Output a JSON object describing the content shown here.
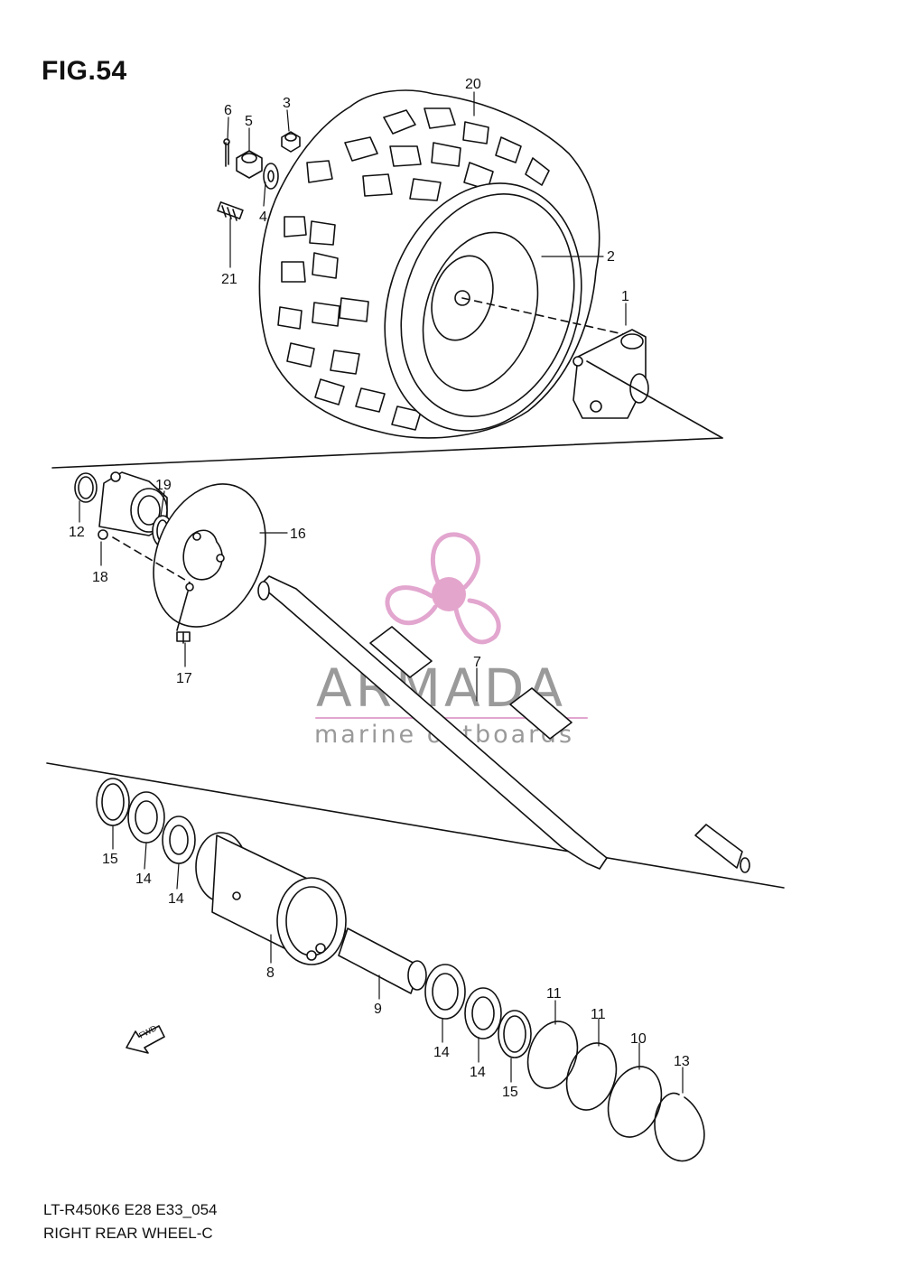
{
  "figure": {
    "title": "FIG.54",
    "model_code": "LT-R450K6 E28 E33_054",
    "section_name": "RIGHT REAR WHEEL-C"
  },
  "parts": {
    "p1": "1",
    "p2": "2",
    "p3": "3",
    "p4": "4",
    "p5": "5",
    "p6": "6",
    "p7": "7",
    "p8": "8",
    "p9": "9",
    "p10": "10",
    "p11a": "11",
    "p11b": "11",
    "p12": "12",
    "p13": "13",
    "p14a": "14",
    "p14b": "14",
    "p14c": "14",
    "p14d": "14",
    "p15a": "15",
    "p15b": "15",
    "p16": "16",
    "p17": "17",
    "p18": "18",
    "p19": "19",
    "p20": "20",
    "p21": "21"
  },
  "watermark": {
    "name": "ARMADA",
    "tagline": "marine outboards",
    "logo_color": "#e2a6cf",
    "logo_center_color": "#e4a5cc"
  },
  "fwd_arrow": {
    "label": "FWD"
  },
  "colors": {
    "line": "#111111",
    "background": "#ffffff"
  }
}
